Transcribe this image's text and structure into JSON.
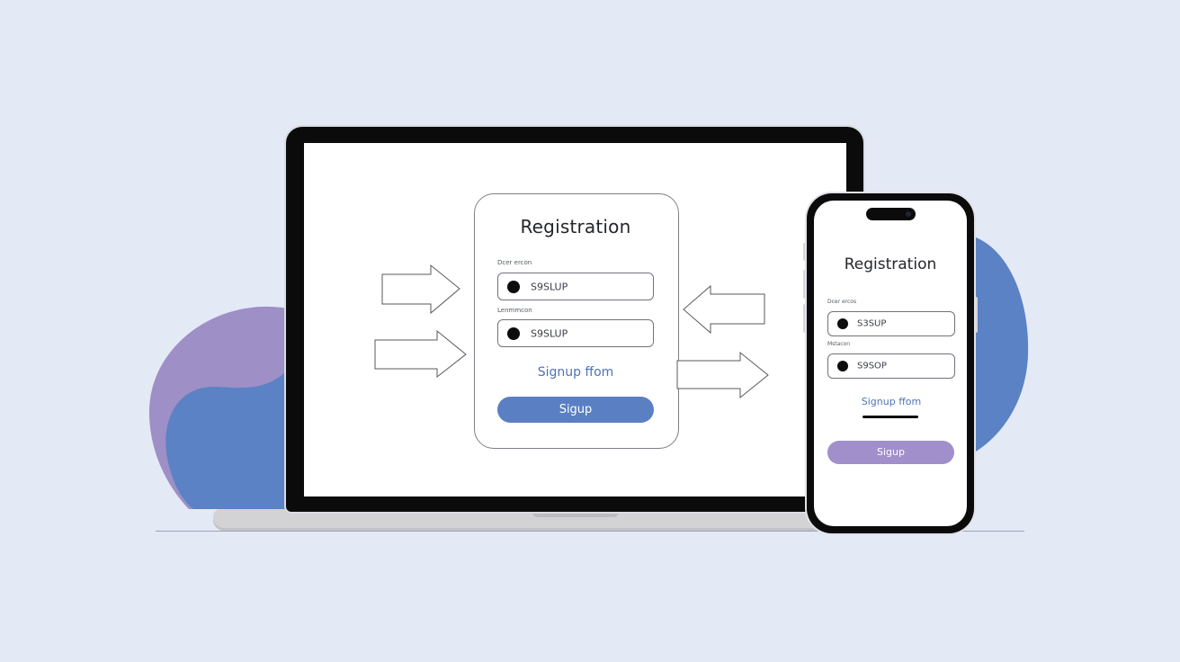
{
  "colors": {
    "background": "#e4e9f6",
    "blob_purple": "#9e8fc6",
    "blob_blue": "#5a82c4",
    "laptop_button": "#5a7fc2",
    "phone_button": "#a18fcb",
    "link": "#4f73b9"
  },
  "laptop": {
    "title": "Registration",
    "field1": {
      "label": "Dcer ercon",
      "value": "S9SLUP"
    },
    "field2": {
      "label": "Lenmmcon",
      "value": "S9SLUP"
    },
    "link": "Signup ffom",
    "button": "Sigup"
  },
  "phone": {
    "title": "Registration",
    "field1": {
      "label": "Dcer ercos",
      "value": "S3SUP"
    },
    "field2": {
      "label": "Mstacon",
      "value": "S9SOP"
    },
    "link": "Signup ffom",
    "button": "Sigup"
  },
  "icons": {
    "field_bullet": "filled-circle",
    "arrows": [
      "arrow-right-icon",
      "arrow-right-icon",
      "arrow-left-icon",
      "arrow-right-icon"
    ]
  }
}
